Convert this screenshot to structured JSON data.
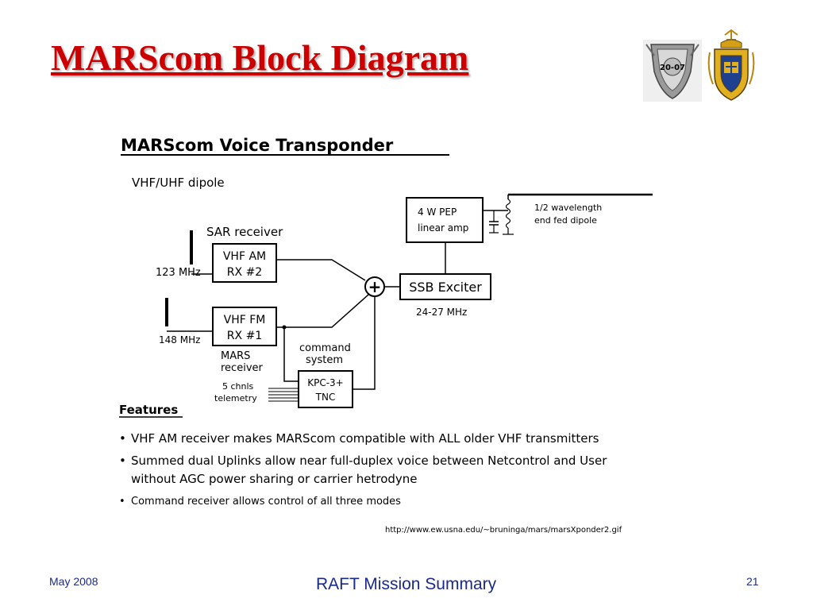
{
  "slide": {
    "title": "MARScom Block Diagram",
    "footer_left": "May 2008",
    "footer_center": "RAFT Mission Summary",
    "footer_right": "21",
    "title_color": "#cc0000",
    "footer_color": "#1a2a8c"
  },
  "logos": {
    "left": {
      "icon": "class-crest-icon",
      "text": "20-07"
    },
    "right": {
      "icon": "naval-academy-seal-icon"
    }
  },
  "diagram": {
    "title": "MARScom  Voice Transponder",
    "antenna_label": "VHF/UHF dipole",
    "sar_receiver_label": "SAR receiver",
    "rx2": {
      "line1": "VHF AM",
      "line2": "RX #2"
    },
    "freq_123": "123 MHz",
    "rx1": {
      "line1": "VHF FM",
      "line2": "RX #1"
    },
    "freq_148": "148 MHz",
    "mars_receiver": {
      "line1": "MARS",
      "line2": "receiver"
    },
    "summer_symbol": "+",
    "ssb": {
      "label": "SSB Exciter",
      "freq": "24-27 MHz"
    },
    "amp": {
      "line1": "4 W PEP",
      "line2": "linear amp"
    },
    "dipole": {
      "line1": "1/2 wavelength",
      "line2": "end fed dipole"
    },
    "command": {
      "line1": "command",
      "line2": "system"
    },
    "tnc": {
      "line1": "KPC-3+",
      "line2": "TNC"
    },
    "telemetry": {
      "line1": "5 chnls",
      "line2": "telemetry"
    }
  },
  "features": {
    "heading": "Features",
    "items": [
      "VHF AM receiver makes MARScom compatible with ALL older VHF transmitters",
      "Summed dual Uplinks allow near full-duplex voice between Netcontrol and User",
      "without AGC power sharing or carrier hetrodyne",
      "Command receiver allows control of all three modes"
    ],
    "bullet": "•"
  },
  "source_url": "http://www.ew.usna.edu/~bruninga/mars/marsXponder2.gif"
}
